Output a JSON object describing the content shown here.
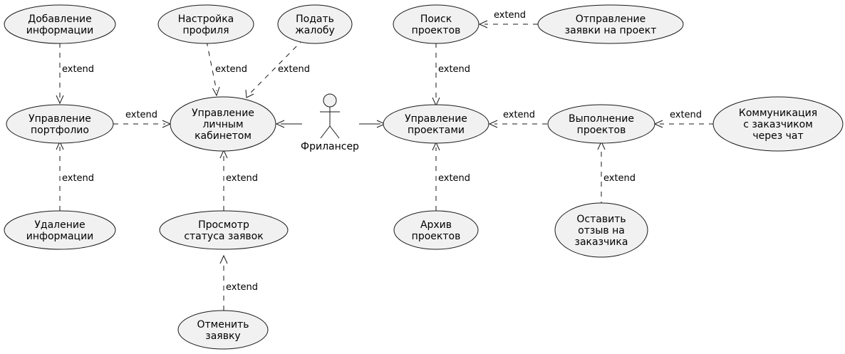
{
  "actor": {
    "name": "Фрилансер"
  },
  "use_cases": {
    "add_info": [
      "Добавление",
      "информации"
    ],
    "profile_settings": [
      "Настройка",
      "профиля"
    ],
    "complaint": [
      "Подать",
      "жалобу"
    ],
    "portfolio": [
      "Управление",
      "портфолио"
    ],
    "cabinet": [
      "Управление",
      "личным",
      "кабинетом"
    ],
    "delete_info": [
      "Удаление",
      "информации"
    ],
    "request_status": [
      "Просмотр",
      "статуса заявок"
    ],
    "cancel_request": [
      "Отменить",
      "заявку"
    ],
    "search_projects": [
      "Поиск",
      "проектов"
    ],
    "send_request": [
      "Отправление",
      "заявки на проект"
    ],
    "manage_projects": [
      "Управление",
      "проектами"
    ],
    "execute_projects": [
      "Выполнение",
      "проектов"
    ],
    "communication": [
      "Коммуникация",
      "с заказчиком",
      "через чат"
    ],
    "archive": [
      "Архив",
      "проектов"
    ],
    "review": [
      "Оставить",
      "отзыв на",
      "заказчика"
    ]
  },
  "relations": {
    "add_info_portfolio": "extend",
    "profile_cabinet": "extend",
    "complaint_cabinet": "extend",
    "portfolio_cabinet": "extend",
    "delete_portfolio": "extend",
    "status_cabinet": "extend",
    "cancel_status": "extend",
    "send_search": "extend",
    "search_manage": "extend",
    "execute_manage": "extend",
    "comm_execute": "extend",
    "archive_manage": "extend",
    "review_execute": "extend"
  }
}
